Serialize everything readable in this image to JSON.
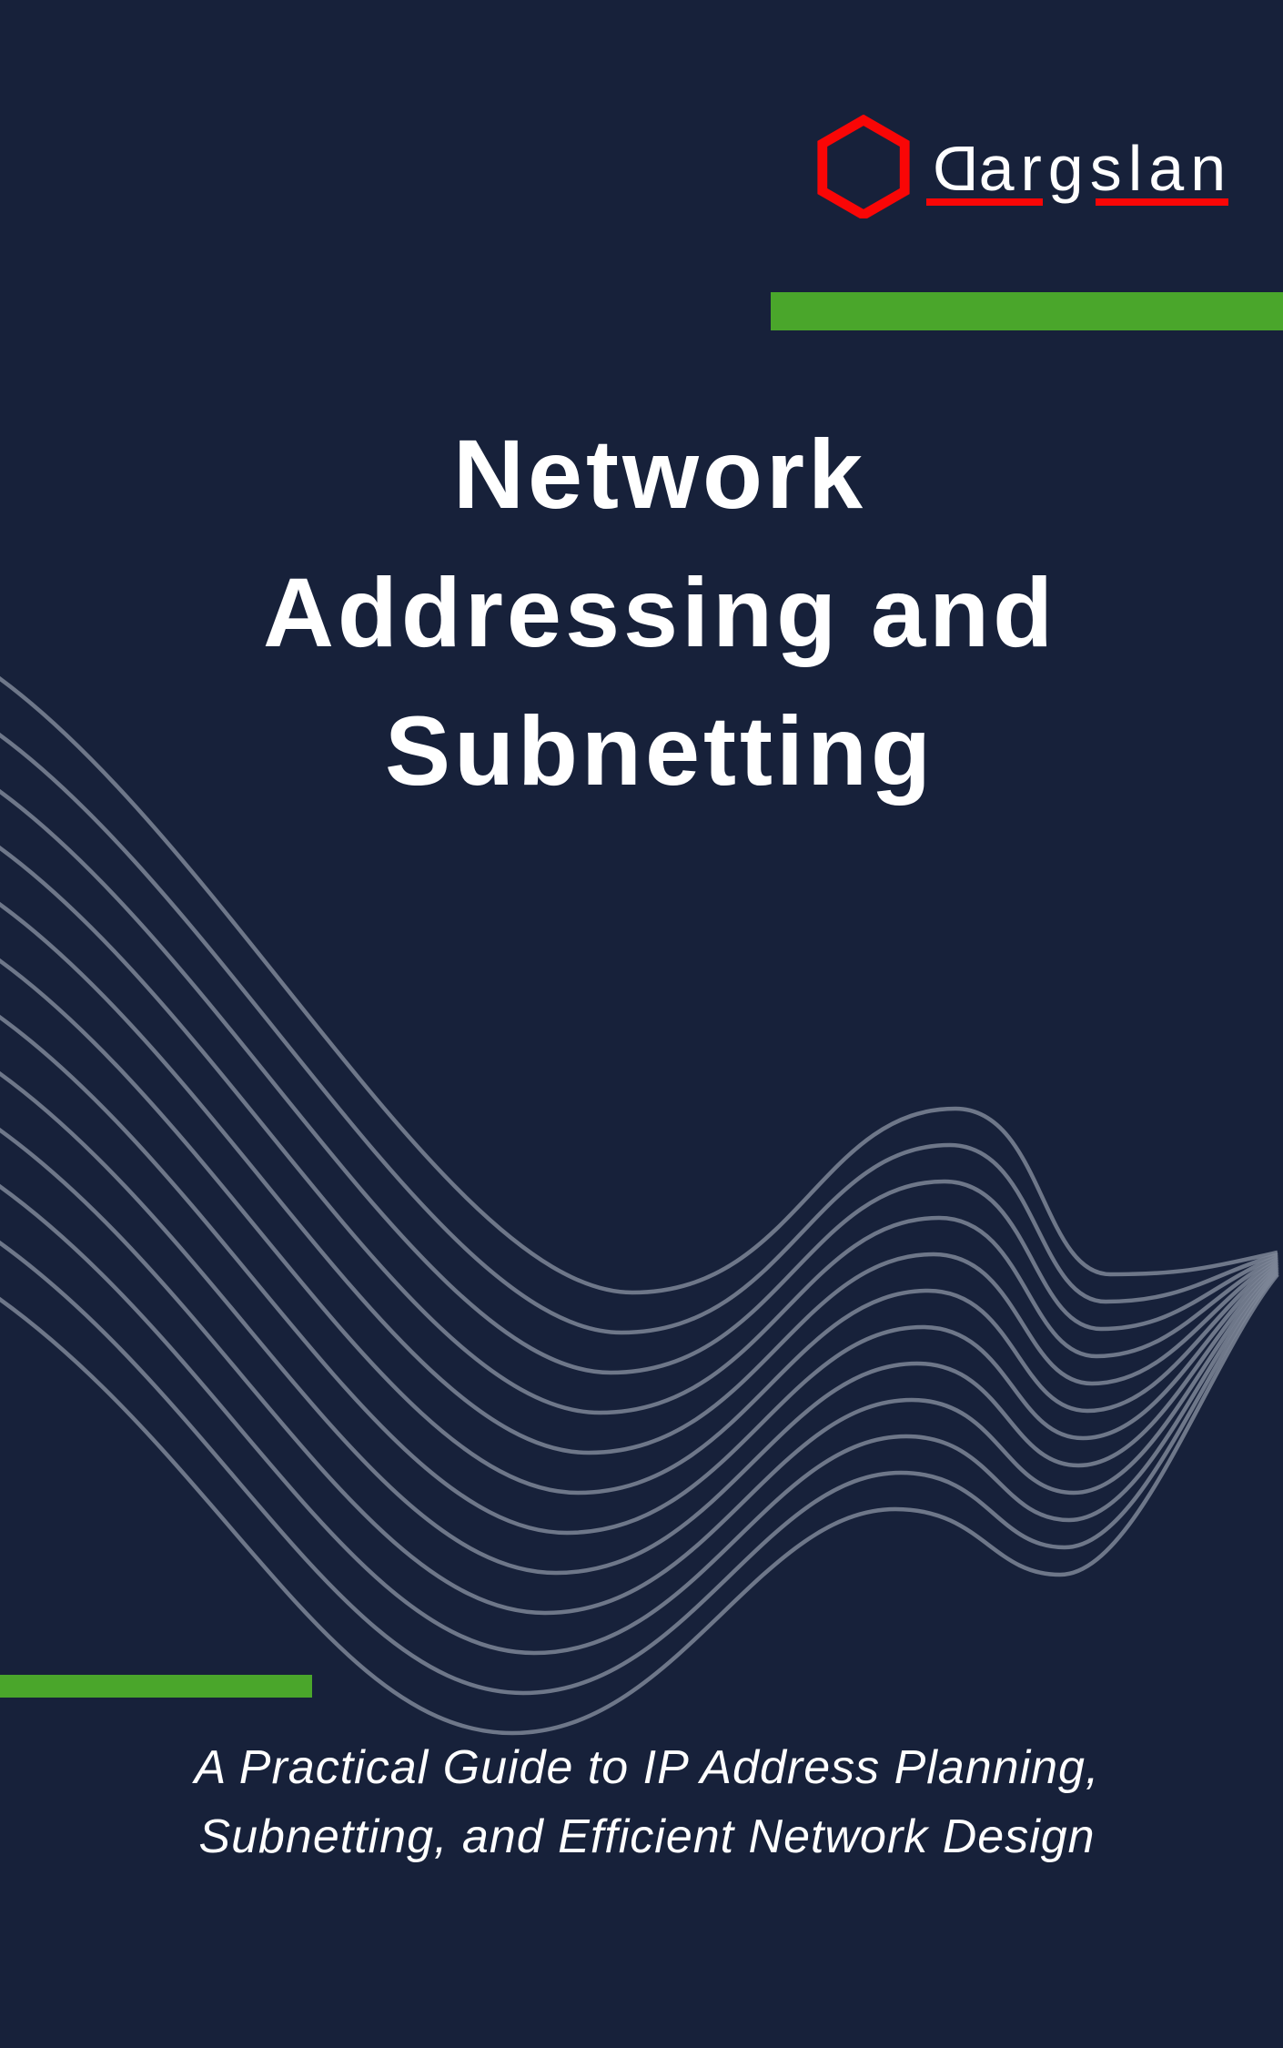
{
  "brand": {
    "wordmark_first_letter": "D",
    "wordmark_rest": "argslan",
    "logo_icon": "hexagon-outline-icon"
  },
  "title": {
    "lines": [
      "Network",
      "Addressing and",
      "Subnetting"
    ]
  },
  "subtitle": {
    "lines": [
      "A Practical Guide to IP Address Planning,",
      "Subnetting, and Efficient Network Design"
    ]
  },
  "colors": {
    "background": "#17213A",
    "accent_green": "#4AA62B",
    "accent_red": "#F90606",
    "text_white": "#FFFFFF",
    "wave_gray": "#7E8698"
  }
}
